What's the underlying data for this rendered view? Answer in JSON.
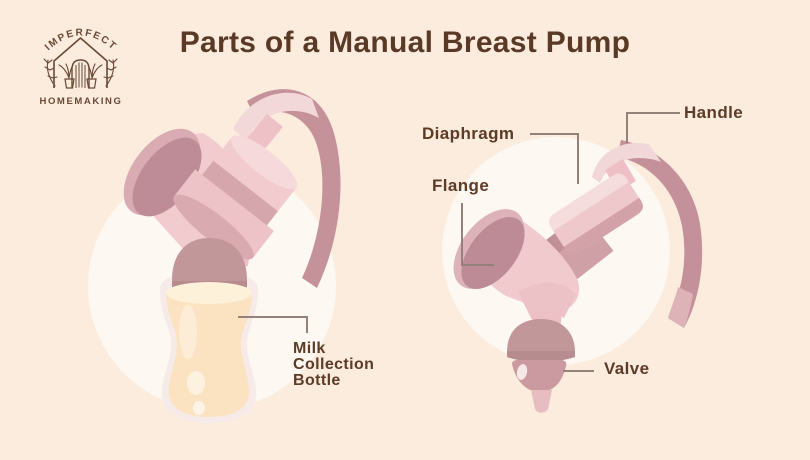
{
  "page": {
    "title": "Parts of a Manual Breast Pump",
    "background_color": "#fbecdd",
    "title_color": "#5a3a26"
  },
  "logo": {
    "arc_text": "IMPERFECT",
    "bottom_text": "HOMEMAKING",
    "color": "#6a4936"
  },
  "diagram": {
    "labels": {
      "diaphragm": "Diaphragm",
      "handle": "Handle",
      "flange": "Flange",
      "valve": "Valve",
      "milk_bottle": "Milk\nCollection\nBottle"
    },
    "label_color": "#5d3b27",
    "leader_line_color": "#948179"
  },
  "palette": {
    "backdrop_circle": "#fdf8f2",
    "pink_light": "#f2cdd0",
    "pink_mid": "#eec3c8",
    "mauve": "#c5929a",
    "mauve_dark": "#bd8b95",
    "milk": "#fbe3c2",
    "milk_surface": "#fdf1da"
  }
}
